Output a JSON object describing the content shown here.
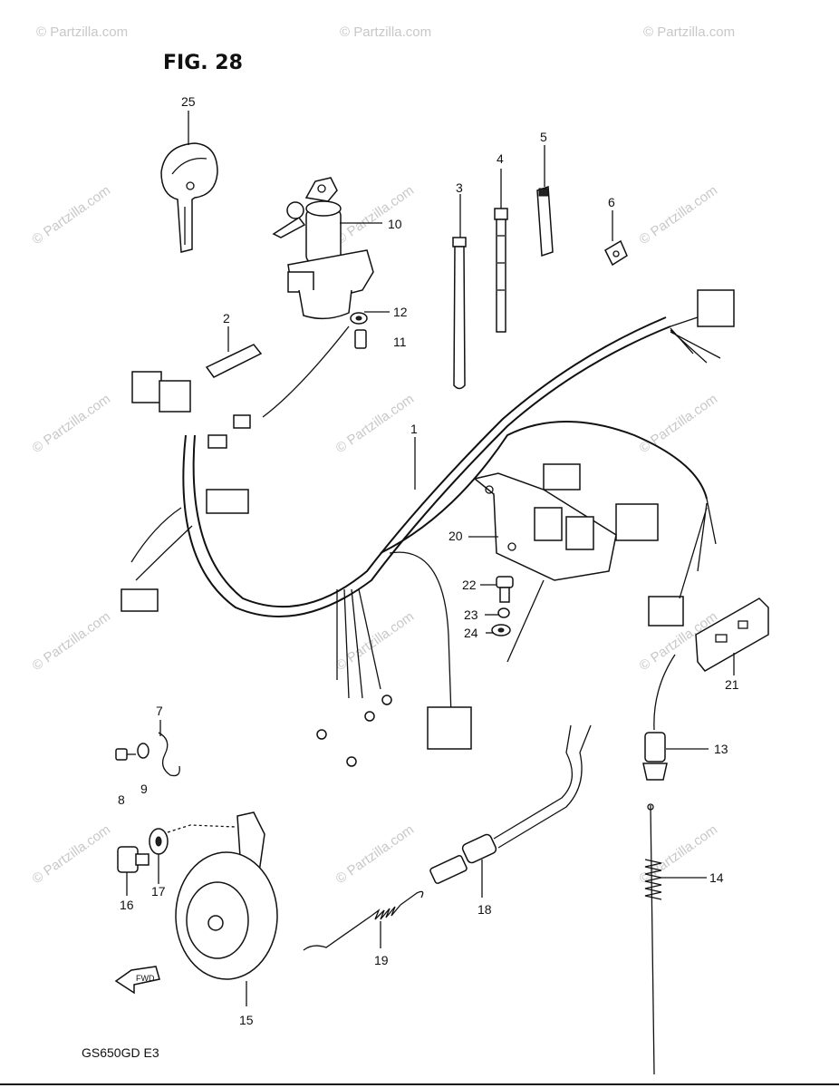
{
  "figure": {
    "title": "FIG. 28",
    "model_code": "GS650GD  E3"
  },
  "watermark": "© Partzilla.com",
  "callouts": [
    {
      "id": "c1",
      "label": "1"
    },
    {
      "id": "c2",
      "label": "2"
    },
    {
      "id": "c3",
      "label": "3"
    },
    {
      "id": "c4",
      "label": "4"
    },
    {
      "id": "c5",
      "label": "5"
    },
    {
      "id": "c6",
      "label": "6"
    },
    {
      "id": "c7",
      "label": "7"
    },
    {
      "id": "c8",
      "label": "8"
    },
    {
      "id": "c9",
      "label": "9"
    },
    {
      "id": "c10",
      "label": "10"
    },
    {
      "id": "c11",
      "label": "11"
    },
    {
      "id": "c12",
      "label": "12"
    },
    {
      "id": "c13",
      "label": "13"
    },
    {
      "id": "c14",
      "label": "14"
    },
    {
      "id": "c15",
      "label": "15"
    },
    {
      "id": "c16",
      "label": "16"
    },
    {
      "id": "c17",
      "label": "17"
    },
    {
      "id": "c18",
      "label": "18"
    },
    {
      "id": "c19",
      "label": "19"
    },
    {
      "id": "c20",
      "label": "20"
    },
    {
      "id": "c21",
      "label": "21"
    },
    {
      "id": "c22",
      "label": "22"
    },
    {
      "id": "c23",
      "label": "23"
    },
    {
      "id": "c24",
      "label": "24"
    },
    {
      "id": "c25",
      "label": "25"
    }
  ],
  "fwd_arrow_label": "FWD"
}
